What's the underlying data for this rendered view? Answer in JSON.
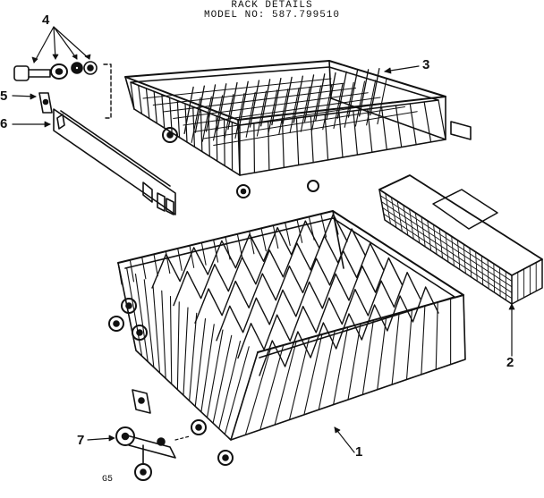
{
  "diagram": {
    "header": {
      "title": "RACK DETAILS",
      "model_line": "MODEL NO: 587.799510"
    },
    "callouts": [
      "1",
      "2",
      "3",
      "4",
      "5",
      "6",
      "7"
    ],
    "figure_code": "G5"
  }
}
